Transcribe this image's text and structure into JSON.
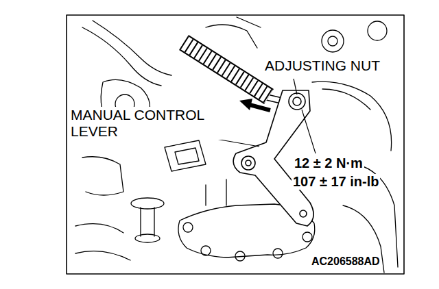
{
  "diagram": {
    "labels": [
      "ADJUSTING NUT",
      "MANUAL CONTROL LEVER",
      "12 ± 2 N·m",
      "107 ± 17 in-lb",
      "AC206588AD"
    ]
  }
}
